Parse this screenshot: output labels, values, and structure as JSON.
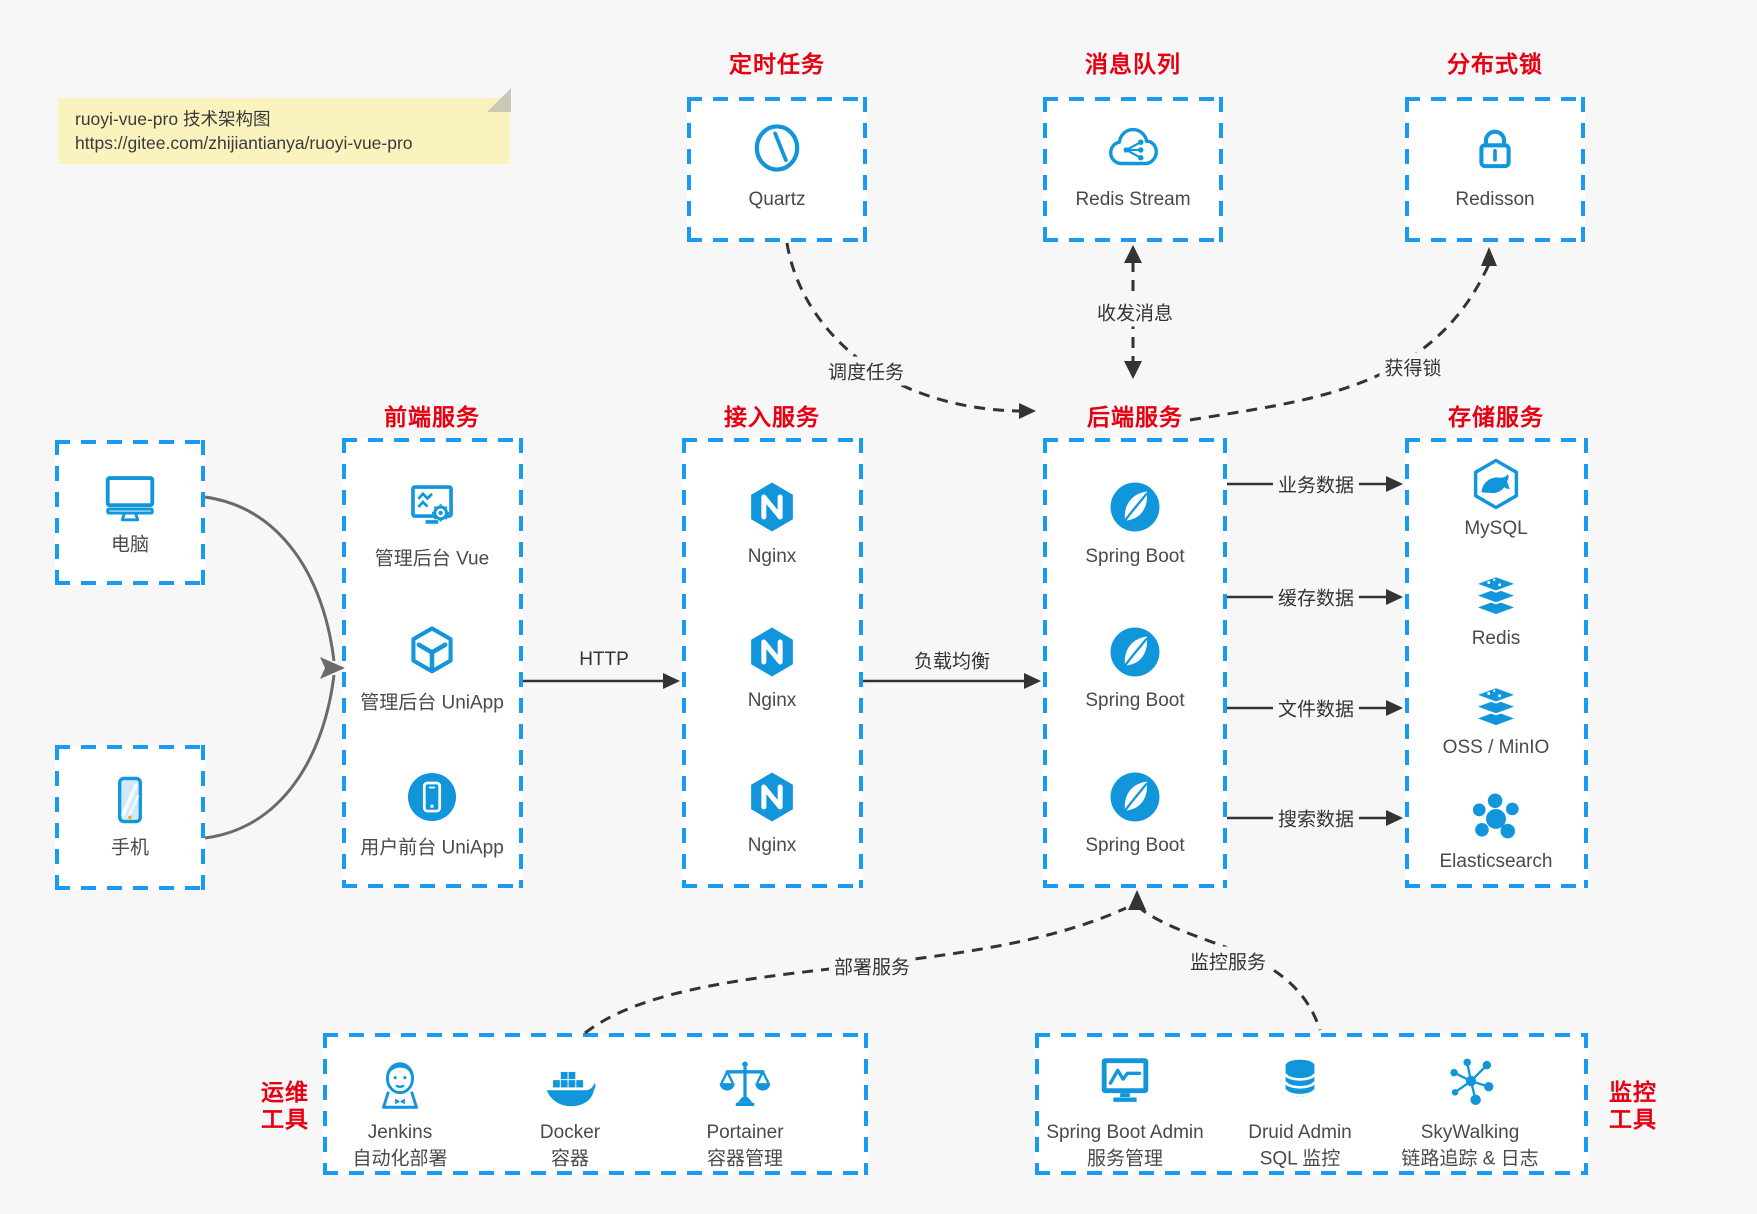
{
  "note": {
    "line1": "ruoyi-vue-pro 技术架构图",
    "line2": "https://gitee.com/zhijiantianya/ruoyi-vue-pro"
  },
  "colors": {
    "icon_blue": "#1296db",
    "box_border_blue": "#1a9bf0",
    "title_red": "#e60012",
    "page_bg": "#f7f7f7",
    "note_bg": "#fbf3be",
    "arrow_dark": "#333333",
    "arrow_gray": "#6a6a6a"
  },
  "groups": {
    "scheduler": {
      "title": "定时任务",
      "item": {
        "label": "Quartz",
        "icon": "clock-icon"
      }
    },
    "mq": {
      "title": "消息队列",
      "item": {
        "label": "Redis Stream",
        "icon": "cloud-share-icon"
      }
    },
    "lock": {
      "title": "分布式锁",
      "item": {
        "label": "Redisson",
        "icon": "lock-icon"
      }
    },
    "clients": {
      "items": [
        {
          "label": "电脑",
          "icon": "desktop-icon"
        },
        {
          "label": "手机",
          "icon": "mobile-icon"
        }
      ]
    },
    "frontend": {
      "title": "前端服务",
      "items": [
        {
          "label": "管理后台 Vue",
          "icon": "admin-vue-icon"
        },
        {
          "label": "管理后台 UniApp",
          "icon": "uniapp-cube-icon"
        },
        {
          "label": "用户前台 UniApp",
          "icon": "user-app-icon"
        }
      ]
    },
    "gateway": {
      "title": "接入服务",
      "items": [
        {
          "label": "Nginx",
          "icon": "nginx-icon"
        },
        {
          "label": "Nginx",
          "icon": "nginx-icon"
        },
        {
          "label": "Nginx",
          "icon": "nginx-icon"
        }
      ]
    },
    "backend": {
      "title": "后端服务",
      "items": [
        {
          "label": "Spring Boot",
          "icon": "spring-boot-icon"
        },
        {
          "label": "Spring Boot",
          "icon": "spring-boot-icon"
        },
        {
          "label": "Spring Boot",
          "icon": "spring-boot-icon"
        }
      ]
    },
    "storage": {
      "title": "存储服务",
      "items": [
        {
          "label": "MySQL",
          "icon": "mysql-icon"
        },
        {
          "label": "Redis",
          "icon": "redis-stack-icon"
        },
        {
          "label": "OSS / MinIO",
          "icon": "oss-minio-stack-icon"
        },
        {
          "label": "Elasticsearch",
          "icon": "elasticsearch-icon"
        }
      ]
    },
    "ops": {
      "title_line1": "运维",
      "title_line2": "工具",
      "items": [
        {
          "label": "Jenkins",
          "sublabel": "自动化部署",
          "icon": "jenkins-icon"
        },
        {
          "label": "Docker",
          "sublabel": "容器",
          "icon": "docker-whale-icon"
        },
        {
          "label": "Portainer",
          "sublabel": "容器管理",
          "icon": "portainer-scales-icon"
        }
      ]
    },
    "monitoring": {
      "title_line1": "监控",
      "title_line2": "工具",
      "items": [
        {
          "label": "Spring Boot Admin",
          "sublabel": "服务管理",
          "icon": "spring-boot-admin-icon"
        },
        {
          "label": "Druid Admin",
          "sublabel": "SQL 监控",
          "icon": "druid-database-icon"
        },
        {
          "label": "SkyWalking",
          "sublabel": "链路追踪 & 日志",
          "icon": "skywalking-nodes-icon"
        }
      ]
    }
  },
  "edges": {
    "http": "HTTP",
    "load_balance": "负载均衡",
    "schedule": "调度任务",
    "messaging": "收发消息",
    "acquire_lock": "获得锁",
    "business_data": "业务数据",
    "cache_data": "缓存数据",
    "file_data": "文件数据",
    "search_data": "搜索数据",
    "deploy": "部署服务",
    "monitor": "监控服务"
  }
}
